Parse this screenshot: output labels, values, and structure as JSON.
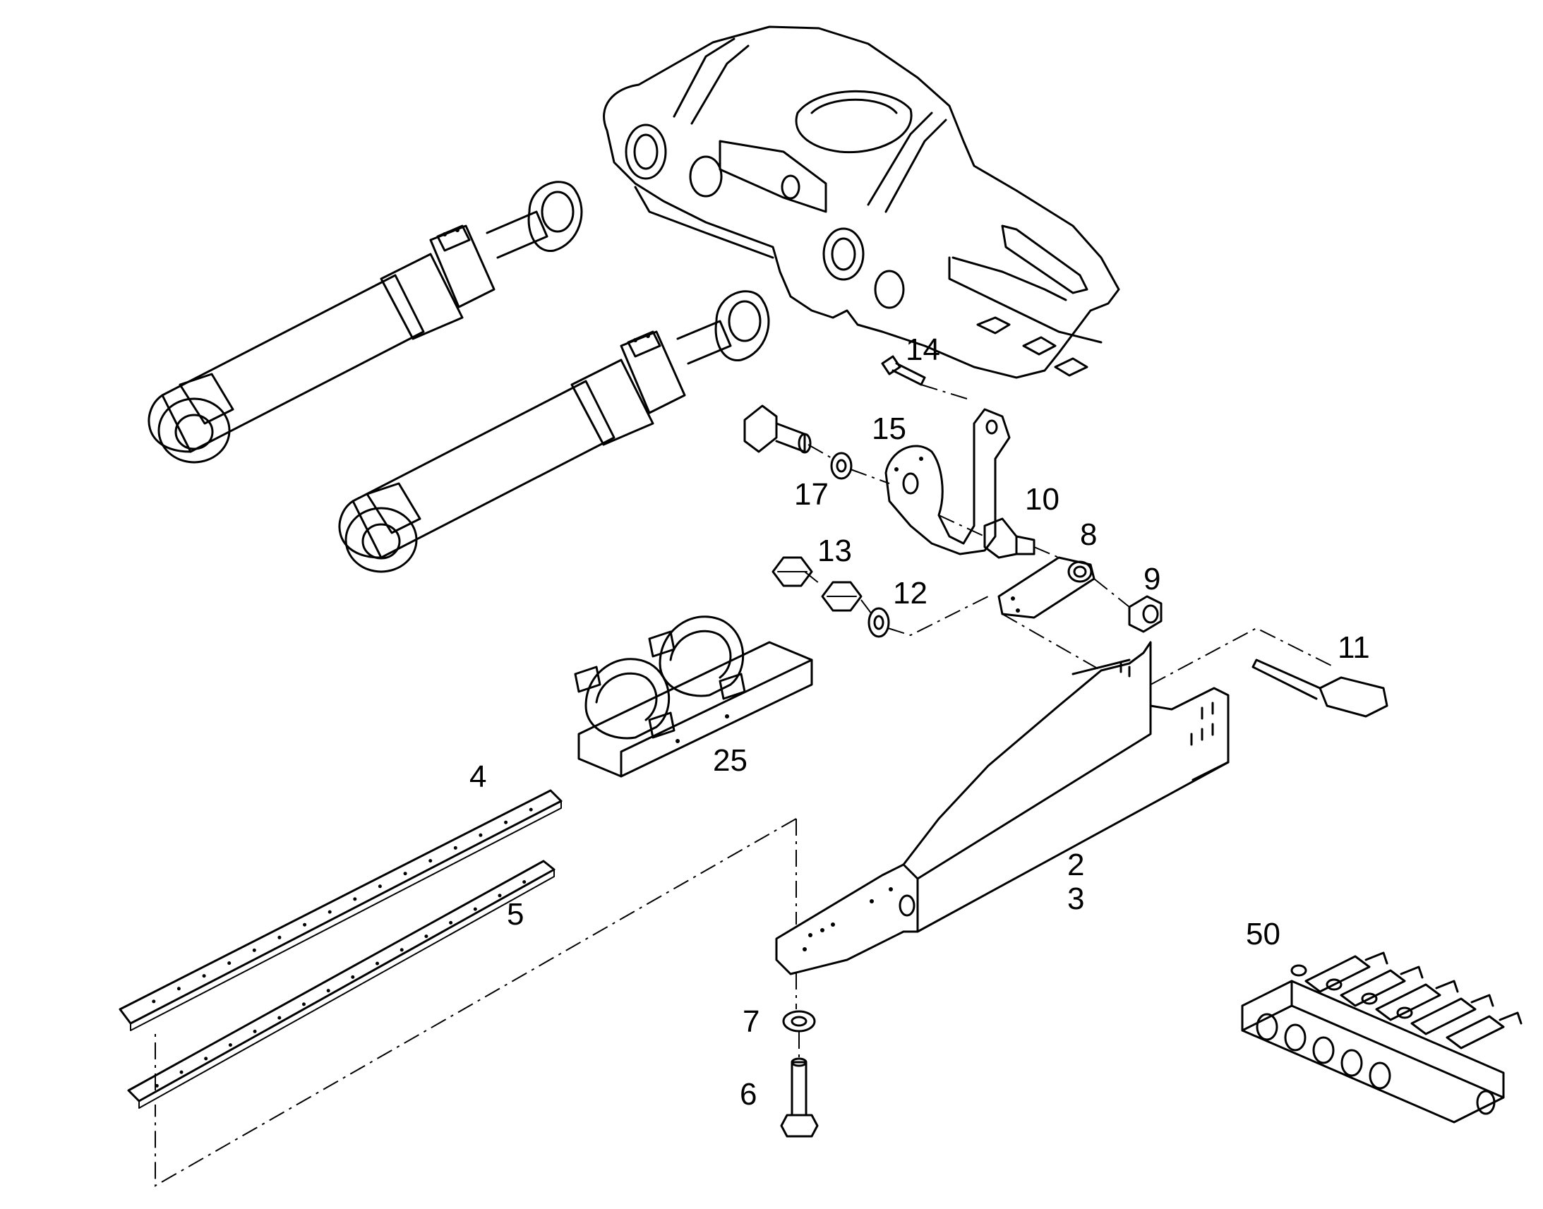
{
  "callouts": {
    "p2": "2",
    "p3": "3",
    "p4": "4",
    "p5": "5",
    "p6": "6",
    "p7": "7",
    "p8": "8",
    "p9": "9",
    "p10": "10",
    "p11": "11",
    "p12": "12",
    "p13": "13",
    "p14": "14",
    "p15": "15",
    "p17": "17",
    "p25": "25",
    "p50": "50"
  }
}
